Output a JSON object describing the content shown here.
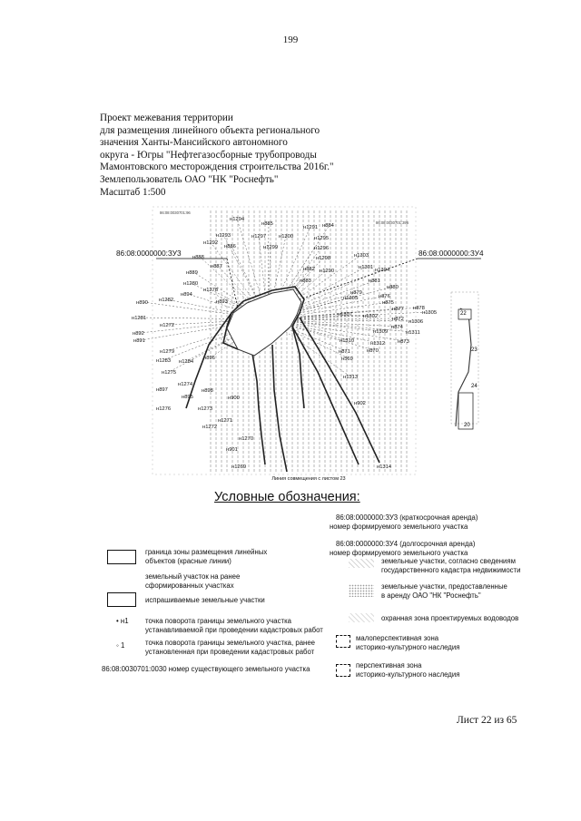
{
  "page_number": "199",
  "header": {
    "lines": [
      "Проект межевания территории",
      "для размещения линейного объекта регионального",
      "значения Ханты-Мансийского автономного",
      "округа - Югры \"Нефтегазосборные трубопроводы",
      "Мамонтовского месторождения строительства 2016г.\"",
      "Землепользователь ОАО \"НК \"Роснефть\"",
      "Масштаб 1:500"
    ]
  },
  "map": {
    "parcel_left": "86:08:0000000:ЗУ3",
    "parcel_right": "86:08:0000000:ЗУ4",
    "small_top_left": "86:08:0030701:96",
    "small_top_right": "86:08:0030701:396",
    "joint_line": "Линия совмещения с листом 23",
    "inset_labels": [
      "22",
      "23",
      "24",
      "20"
    ],
    "point_labels": [
      "н1294",
      "н885",
      "н1291",
      "н884",
      "н1293",
      "н1297",
      "н1300",
      "н1295",
      "н1292",
      "н886",
      "н1299",
      "н1296",
      "н888",
      "н1298",
      "н1303",
      "н887",
      "н882",
      "н1301",
      "н1304",
      "н889",
      "н1290",
      "н881",
      "н1280",
      "н883",
      "н880",
      "н1278",
      "н879",
      "н894",
      "н1282",
      "н893",
      "н1305",
      "н876",
      "н890",
      "н875",
      "н877",
      "н878",
      "н1305",
      "н1281",
      "н1307",
      "н1302",
      "н872",
      "н1306",
      "н1272",
      "н874",
      "н892",
      "н1309",
      "н1311",
      "н891",
      "н1310",
      "н1312",
      "н873",
      "н1279",
      "н871",
      "н870",
      "н1283",
      "н1284",
      "н896",
      "н569",
      "н1275",
      "н1313",
      "н1274",
      "н897",
      "н898",
      "н895",
      "н900",
      "н1276",
      "н1273",
      "н902",
      "н1271",
      "н1272",
      "н1270",
      "н901",
      "н1269",
      "н1314"
    ]
  },
  "legend": {
    "title": "Условные обозначения:",
    "items": [
      {
        "text": "86:08:0000000:ЗУ3 (краткосрочная аренда)"
      },
      {
        "text": "номер формируемого земельного участка"
      },
      {
        "text": "86:08:0000000:ЗУ4 (долгосрочная аренда)"
      },
      {
        "text": "номер формируемого земельного участка"
      },
      {
        "text": "граница зоны размещения линейных"
      },
      {
        "text": "объектов (красные линии)"
      },
      {
        "text": "земельные участки, согласно сведениям"
      },
      {
        "text": "государственного кадастра недвижимости"
      },
      {
        "text": "земельный участок на ранее"
      },
      {
        "text": "сформированных участках"
      },
      {
        "text": "земельные участки, предоставленные"
      },
      {
        "text": "в аренду ОАО \"НК \"Роснефть\""
      },
      {
        "text": "испрашиваемые земельные участки"
      },
      {
        "text": "н1"
      },
      {
        "text": "охранная зона проектируемых водоводов"
      },
      {
        "text": "точка поворота границы земельного участка"
      },
      {
        "text": "устанавливаемой при проведении кадастровых работ"
      },
      {
        "text": "1"
      },
      {
        "text": "точка поворота границы земельного участка, ранее"
      },
      {
        "text": "установленная при проведении кадастровых работ"
      },
      {
        "text": "малоперспективная зона"
      },
      {
        "text": "историко-культурного наследия"
      },
      {
        "text": "86:08:0030701:0030 номер существующего земельного участка"
      },
      {
        "text": "перспективная зона"
      },
      {
        "text": "историко-культурного наследия"
      }
    ]
  },
  "sheet": "Лист 22 из 65"
}
